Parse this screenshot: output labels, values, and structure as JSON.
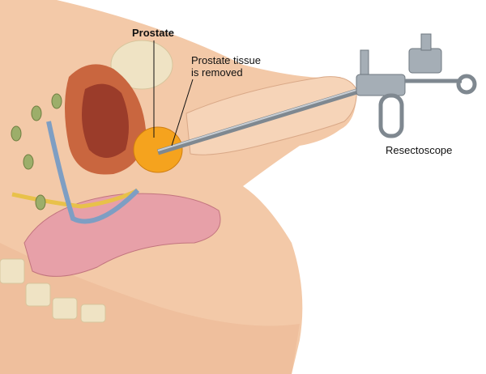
{
  "labels": {
    "prostate": "Prostate",
    "tissue_line1": "Prostate tissue",
    "tissue_line2": "is removed",
    "resectoscope": "Resectoscope"
  },
  "colors": {
    "skin": "#f3c9a8",
    "skin_dark": "#e2a886",
    "bladder": "#b8553a",
    "prostate": "#f5a31e",
    "rectum": "#e7a0a8",
    "instrument": "#9aa3ab"
  }
}
